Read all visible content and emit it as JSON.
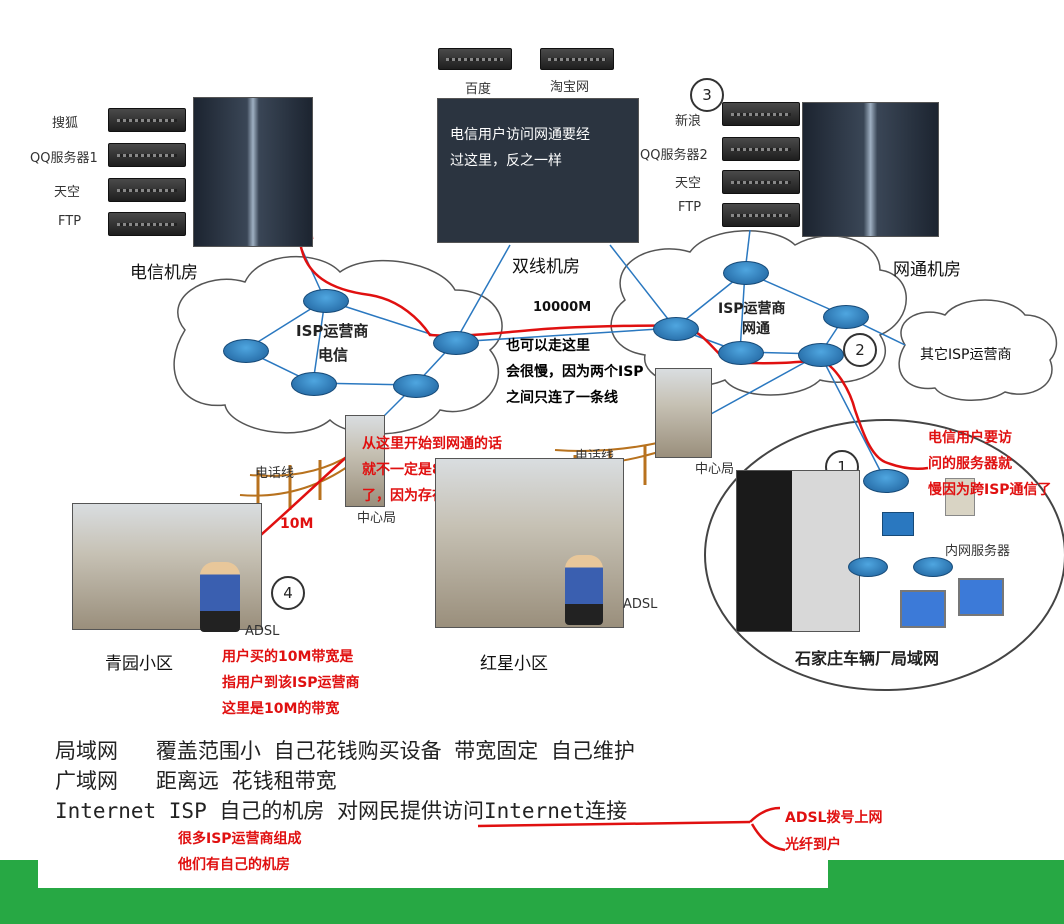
{
  "servers_telecom": [
    "搜狐",
    "QQ服务器1",
    "天空",
    "FTP"
  ],
  "servers_dual": [
    "百度",
    "淘宝网"
  ],
  "servers_netcom": [
    "新浪",
    "QQ服务器2",
    "天空",
    "FTP"
  ],
  "labels": {
    "telecom_room": "电信机房",
    "dual_room": "双线机房",
    "netcom_room": "网通机房",
    "isp_telecom_1": "ISP运营商",
    "isp_telecom_2": "电信",
    "isp_netcom_1": "ISP运营商",
    "isp_netcom_2": "网通",
    "other_isp": "其它ISP运营商",
    "link_speed": "10000M",
    "phone_line_1": "电话线",
    "phone_line_2": "电话线",
    "center_office_1": "中心局",
    "center_office_2": "中心局",
    "qingyuan": "青园小区",
    "hongxing": "红星小区",
    "lan_name": "石家庄车辆厂局域网",
    "intranet_server": "内网服务器",
    "adsl_1": "ADSL",
    "adsl_2": "ADSL",
    "num_1": "1",
    "num_2": "2",
    "num_3": "3",
    "num_4": "4"
  },
  "annotations": {
    "dual_room_note_1": "电信用户访问网通要经",
    "dual_room_note_2": "过这里，反之一样",
    "alt_path_1": "也可以走这里",
    "alt_path_2": "会很慢，因为两个ISP",
    "alt_path_3": "之间只连了一条线",
    "from_here_1": "从这里开始到网通的话",
    "from_here_2": "就不一定是8M带宽",
    "from_here_3": "了，因为存在网络拥挤",
    "ten_m": "10M",
    "user_bw_1": "用户买的10M带宽是",
    "user_bw_2": "指用户到该ISP运营商",
    "user_bw_3": "这里是10M的带宽",
    "telecom_user_1": "电信用户要访",
    "telecom_user_2": "问的服务器就",
    "telecom_user_3": "慢因为跨ISP通信了",
    "adsl_note_1": "ADSL拨号上网",
    "adsl_note_2": "光纤到户",
    "isp_note_1": "很多ISP运营商组成",
    "isp_note_2": "他们有自己的机房"
  },
  "summary": {
    "line1": "局域网   覆盖范围小 自己花钱购买设备 带宽固定 自己维护",
    "line2": "广域网   距离远 花钱租带宽",
    "line3": "Internet ISP 自己的机房 对网民提供访问Internet连接"
  },
  "colors": {
    "annotation_red": "#e01010",
    "band_green": "#27a844",
    "router_blue": "#2a78c0"
  }
}
